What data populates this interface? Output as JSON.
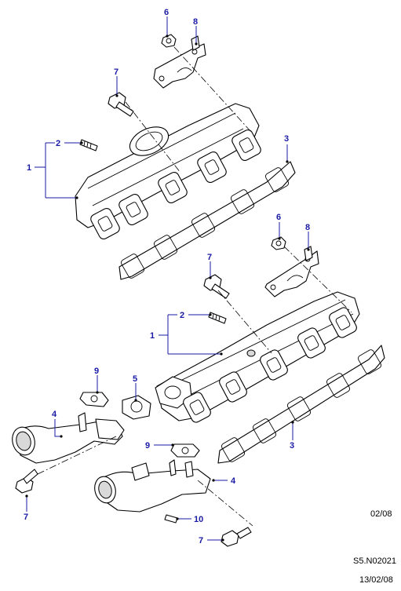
{
  "callouts": {
    "c6a": "6",
    "c8a": "8",
    "c7a": "7",
    "c2a": "2",
    "c1a": "1",
    "c3a": "3",
    "c6b": "6",
    "c8b": "8",
    "c7b": "7",
    "c2b": "2",
    "c1b": "1",
    "c3b": "3",
    "c9a": "9",
    "c5": "5",
    "c4a": "4",
    "c7c": "7",
    "c9b": "9",
    "c4b": "4",
    "c10": "10",
    "c7d": "7"
  },
  "footer": {
    "revision": "02/08",
    "drawing_number": "S5.N02021",
    "date": "13/02/08"
  },
  "colors": {
    "callout": "#1a1aa6",
    "line": "#000000"
  }
}
